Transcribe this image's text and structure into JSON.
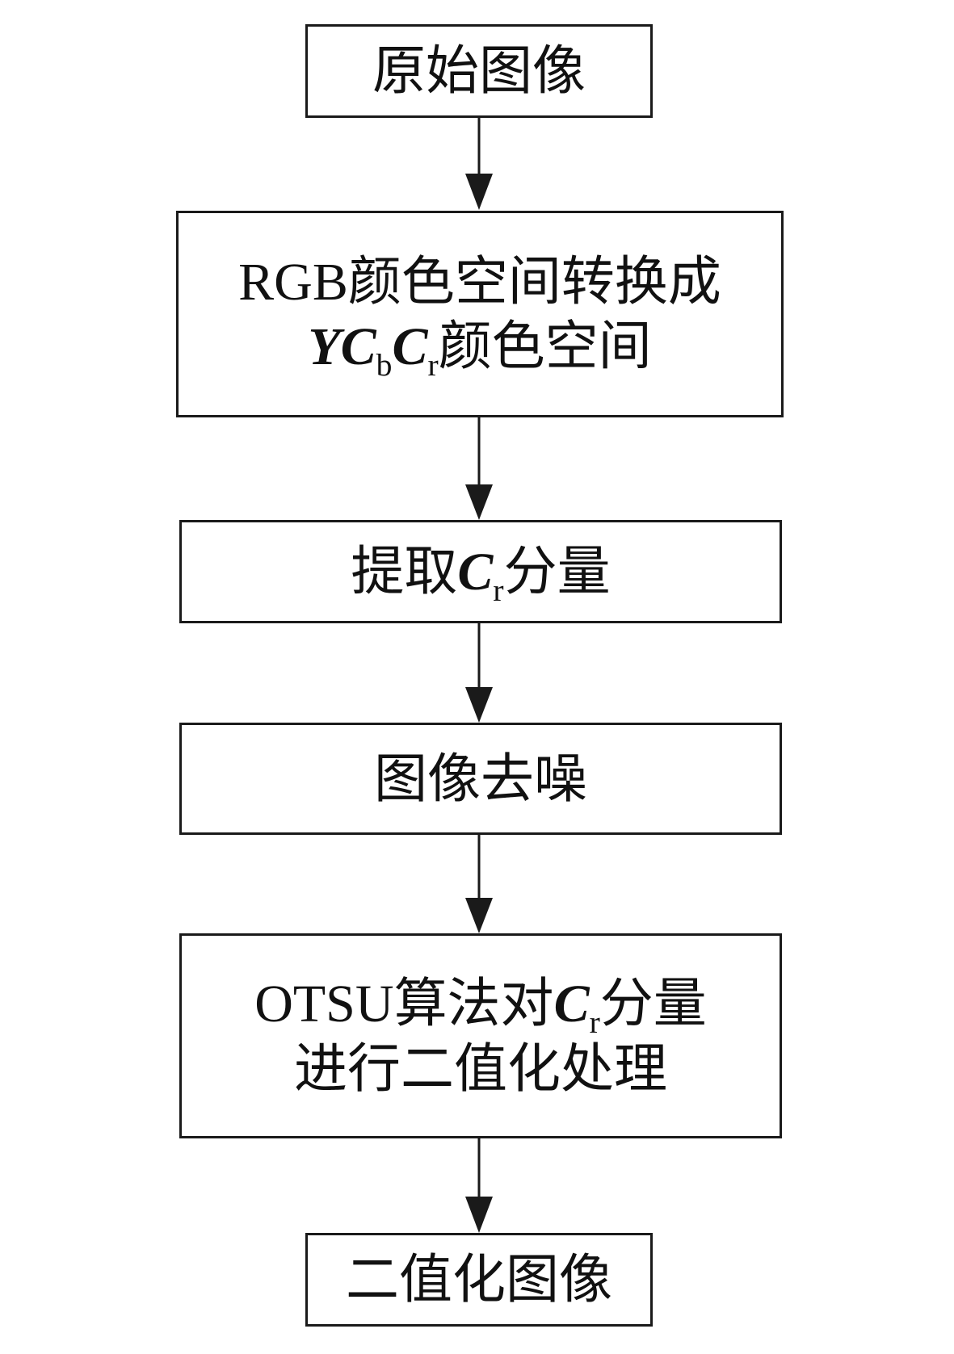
{
  "flowchart": {
    "step1": {
      "text": "原始图像"
    },
    "step2": {
      "line1_prefix": "RGB",
      "line1_rest": "颜色空间转换成",
      "line2_y": "Y",
      "line2_c1": "C",
      "line2_sub_b": "b",
      "line2_c2": "C",
      "line2_sub_r": "r",
      "line2_rest": "颜色空间"
    },
    "step3": {
      "prefix": "提取",
      "var": "C",
      "sub": "r",
      "suffix": "分量"
    },
    "step4": {
      "text": "图像去噪"
    },
    "step5": {
      "line1_prefix": "OTSU",
      "line1_mid": "算法对",
      "line1_var": "C",
      "line1_sub": "r",
      "line1_suffix": "分量",
      "line2": "进行二值化处理"
    },
    "step6": {
      "text": "二值化图像"
    }
  },
  "colors": {
    "stroke": "#1a1a1a",
    "background": "#ffffff"
  }
}
